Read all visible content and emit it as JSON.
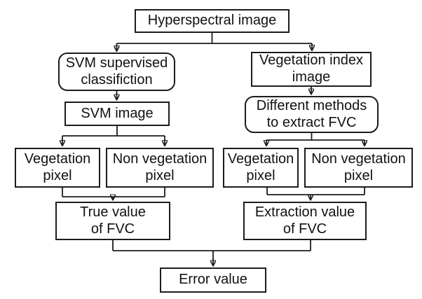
{
  "figure": {
    "type": "flowchart",
    "description_visible_text_only": true
  },
  "colors": {
    "line_color": "#1c1c1c",
    "text_color": "#111111",
    "background": "#ffffff"
  },
  "nodes": {
    "hyperspectral_image": {
      "label": [
        "Hyperspectral image"
      ],
      "shape": "rect"
    },
    "svm_supervised": {
      "label": [
        "SVM supervised",
        "classifiction"
      ],
      "shape": "rounded"
    },
    "vegetation_index": {
      "label": [
        "Vegetation index",
        "image"
      ],
      "shape": "rect"
    },
    "svm_image": {
      "label": [
        "SVM image"
      ],
      "shape": "rect"
    },
    "different_methods": {
      "label": [
        "Different methods",
        "to extract FVC"
      ],
      "shape": "rounded"
    },
    "left_vegetation_pixel": {
      "label": [
        "Vegetation",
        "pixel"
      ],
      "shape": "rect"
    },
    "left_non_vegetation_pixel": {
      "label": [
        "Non vegetation",
        "pixel"
      ],
      "shape": "rect"
    },
    "right_vegetation_pixel": {
      "label": [
        "Vegetation",
        "pixel"
      ],
      "shape": "rect"
    },
    "right_non_vegetation_pixel": {
      "label": [
        "Non vegetation",
        "pixel"
      ],
      "shape": "rect"
    },
    "true_value": {
      "label": [
        "True value",
        "of FVC"
      ],
      "shape": "rect"
    },
    "extraction_value": {
      "label": [
        "Extraction value",
        "of FVC"
      ],
      "shape": "rect"
    },
    "error_value": {
      "label": [
        "Error value"
      ],
      "shape": "rect"
    }
  },
  "edges": [
    {
      "from": "hyperspectral_image",
      "to": "svm_supervised"
    },
    {
      "from": "hyperspectral_image",
      "to": "vegetation_index"
    },
    {
      "from": "svm_supervised",
      "to": "svm_image"
    },
    {
      "from": "vegetation_index",
      "to": "different_methods"
    },
    {
      "from": "svm_image",
      "to": "left_vegetation_pixel"
    },
    {
      "from": "svm_image",
      "to": "left_non_vegetation_pixel"
    },
    {
      "from": "different_methods",
      "to": "right_vegetation_pixel"
    },
    {
      "from": "different_methods",
      "to": "right_non_vegetation_pixel"
    },
    {
      "from": "left_vegetation_pixel",
      "to": "true_value"
    },
    {
      "from": "left_non_vegetation_pixel",
      "to": "true_value"
    },
    {
      "from": "right_vegetation_pixel",
      "to": "extraction_value"
    },
    {
      "from": "right_non_vegetation_pixel",
      "to": "extraction_value"
    },
    {
      "from": "true_value",
      "to": "error_value"
    },
    {
      "from": "extraction_value",
      "to": "error_value"
    }
  ]
}
